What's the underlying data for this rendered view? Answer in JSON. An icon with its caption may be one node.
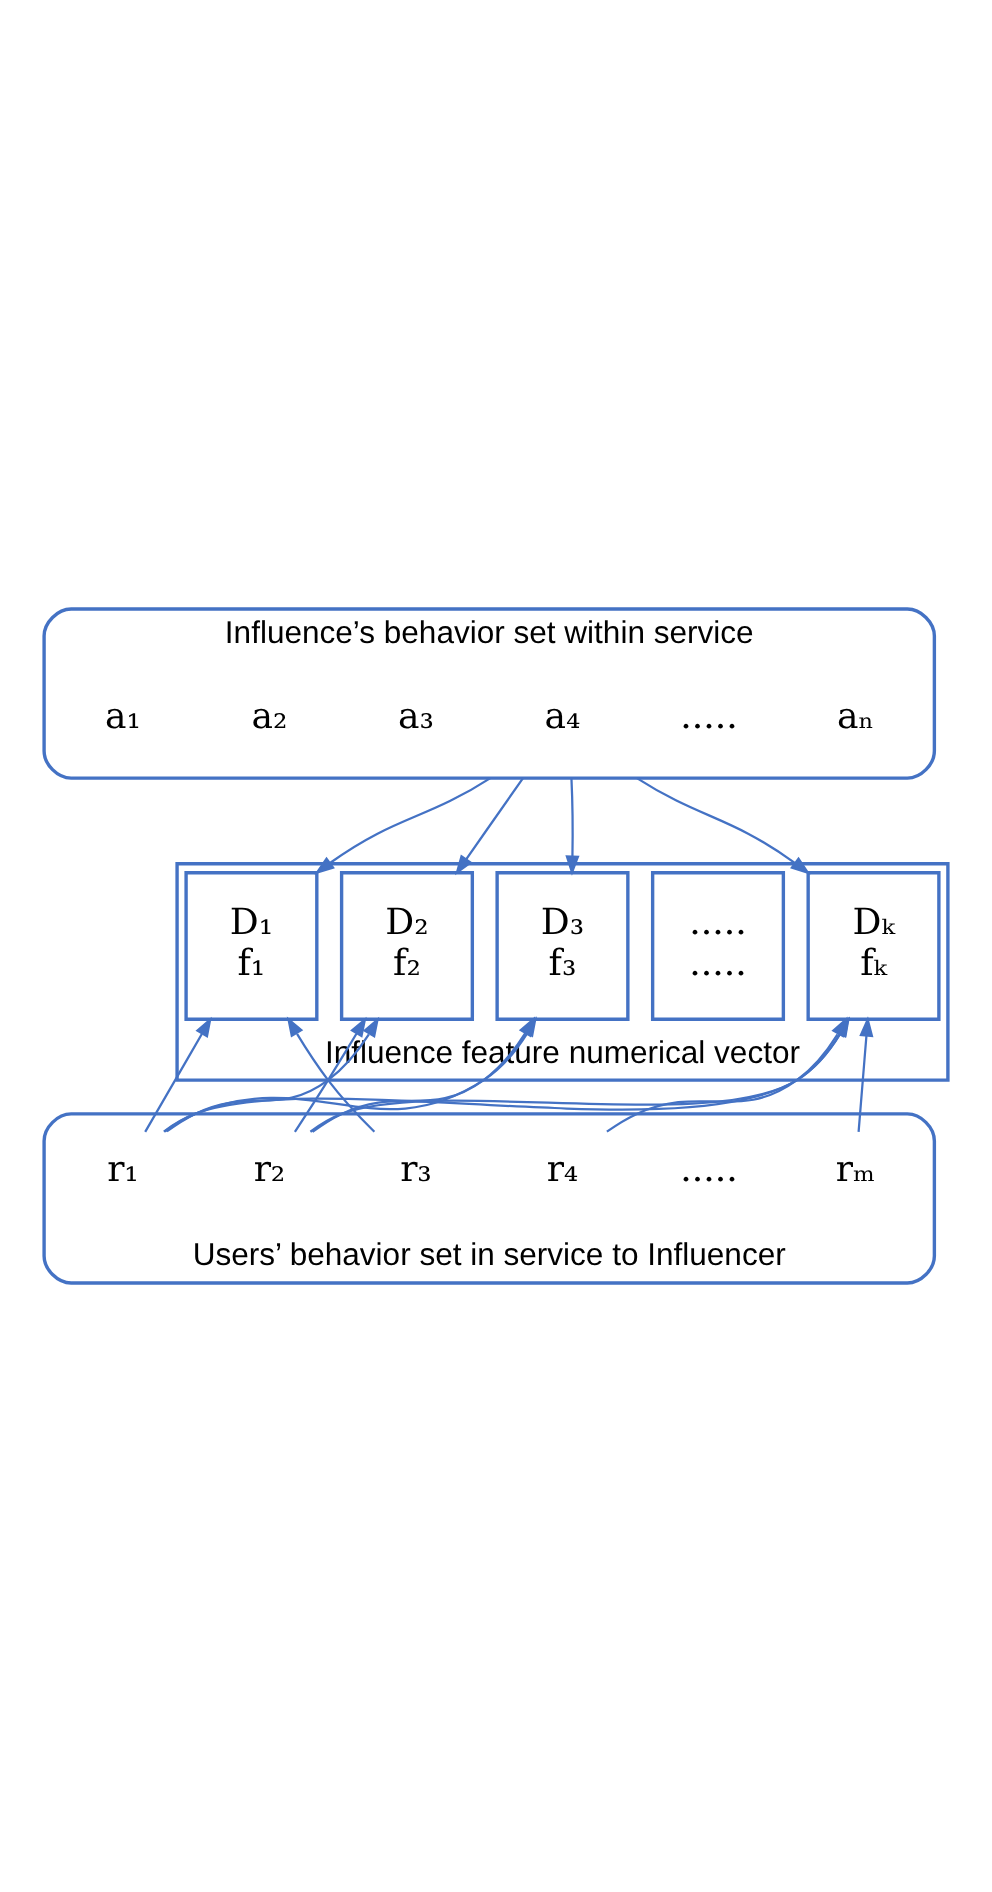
{
  "diagram": {
    "nodes": [
      {
        "text": [
          "Influence’s behavior set within service"
        ]
      },
      {
        "text": [
          "a₁"
        ],
        "in": 0
      },
      {
        "text": [
          "a₂"
        ],
        "in": 0
      },
      {
        "text": [
          "a₃"
        ],
        "in": 0
      },
      {
        "text": [
          "a₄"
        ],
        "in": 0
      },
      {
        "text": [
          "....."
        ],
        "in": 0
      },
      {
        "text": [
          "aₙ"
        ],
        "in": 0
      },
      {
        "text": [
          "Influence feature numerical vector"
        ]
      },
      {
        "text": [
          "D₁",
          "f₁"
        ],
        "in": 7
      },
      {
        "text": [
          "D₂",
          "f₂"
        ],
        "in": 7
      },
      {
        "text": [
          "D₃",
          "f₃"
        ],
        "in": 7
      },
      {
        "text": [
          ".....",
          "....."
        ],
        "in": 7
      },
      {
        "text": [
          "Dₖ",
          "fₖ"
        ],
        "in": 7
      },
      {
        "text": [
          "Users’ behavior set in service to Influencer"
        ]
      },
      {
        "text": [
          "r₁"
        ],
        "in": 13
      },
      {
        "text": [
          "r₂"
        ],
        "in": 13
      },
      {
        "text": [
          "r₃"
        ],
        "in": 13
      },
      {
        "text": [
          "r₄"
        ],
        "in": 13
      },
      {
        "text": [
          "....."
        ],
        "in": 13
      },
      {
        "text": [
          "rₘ"
        ],
        "in": 13
      }
    ],
    "edges": [
      {
        "from": 0,
        "to": 8,
        "arrow": "to"
      },
      {
        "from": 0,
        "to": 9,
        "arrow": "to"
      },
      {
        "from": 0,
        "to": 10,
        "arrow": "to"
      },
      {
        "from": 0,
        "to": 12,
        "arrow": "to"
      },
      {
        "from": 14,
        "to": 8,
        "arrow": "to"
      },
      {
        "from": 16,
        "to": 8,
        "arrow": "to"
      },
      {
        "from": 14,
        "to": 9,
        "arrow": "to"
      },
      {
        "from": 15,
        "to": 9,
        "arrow": "to"
      },
      {
        "from": 14,
        "to": 10,
        "arrow": "to"
      },
      {
        "from": 15,
        "to": 10,
        "arrow": "to"
      },
      {
        "from": 14,
        "to": 12,
        "arrow": "to"
      },
      {
        "from": 15,
        "to": 12,
        "arrow": "to"
      },
      {
        "from": 17,
        "to": 12,
        "arrow": "to"
      },
      {
        "from": 19,
        "to": 12,
        "arrow": "to"
      }
    ]
  }
}
